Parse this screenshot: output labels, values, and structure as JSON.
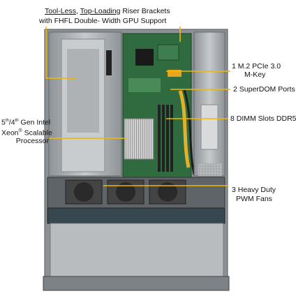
{
  "callouts": {
    "riser": {
      "part1": "Tool-Less",
      "sep": ", ",
      "part2": "Top-Loading",
      "part3": " Riser  Brackets",
      "line2": "with FHFL Double- Width GPU Support"
    },
    "m2": {
      "line1": "1 M.2 PCIe 3.0",
      "line2": "M-Key"
    },
    "superdom": {
      "text": "2 SuperDOM Ports"
    },
    "dimm": {
      "text": "8 DIMM Slots DDR5"
    },
    "processor": {
      "pre": "5",
      "sup1": "th",
      "mid": "/4",
      "sup2": "th",
      "post": " Gen Intel",
      "line2a": "Xeon",
      "reg": "®",
      "line2b": " Scalable",
      "line3": "Processor"
    },
    "fans": {
      "line1": "3 Heavy Duty",
      "line2": "PWM Fans"
    }
  },
  "colors": {
    "chassis": "#b9bcbf",
    "chassis_dark": "#7d8286",
    "board": "#2f6b3e",
    "heatsink": "#c9c9c9",
    "callout_line": "#f2b800"
  }
}
